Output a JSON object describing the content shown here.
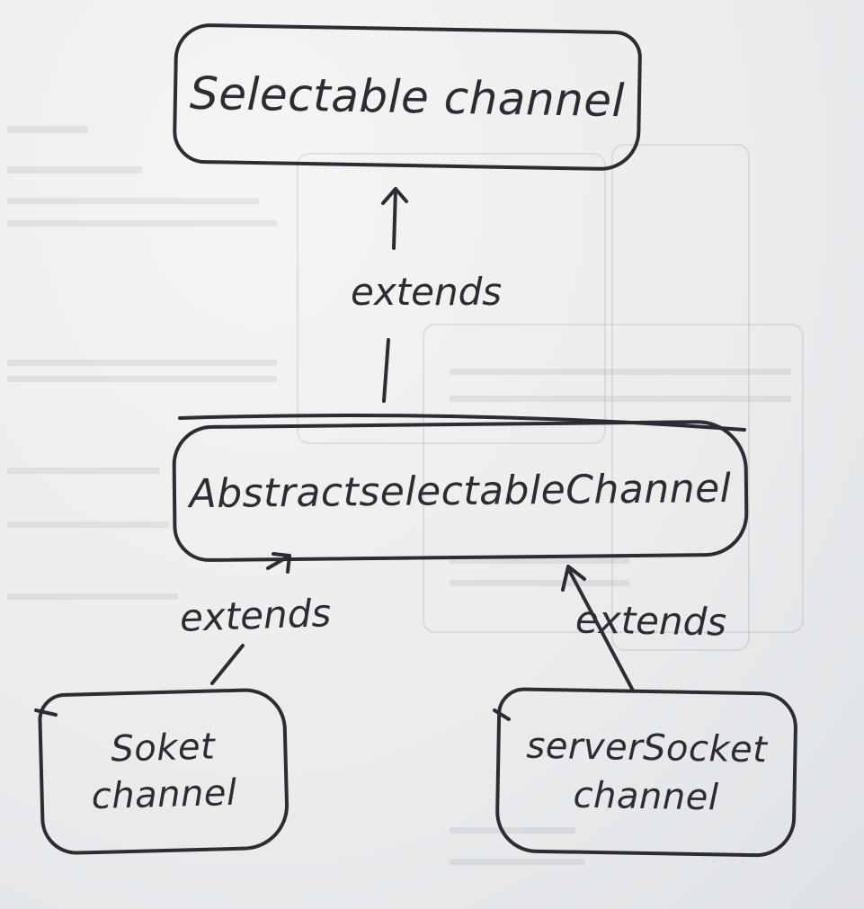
{
  "nodes": {
    "selectable": "Selectable channel",
    "abstract": "AbstractselectableChannel",
    "socket": "Soket\nchannel",
    "server": "serverSocket\nchannel"
  },
  "edges": {
    "abstract_to_selectable": "extends",
    "socket_to_abstract": "extends",
    "server_to_abstract": "extends"
  },
  "colors": {
    "ink": "#2b2d33",
    "paper": "#eceef0"
  }
}
